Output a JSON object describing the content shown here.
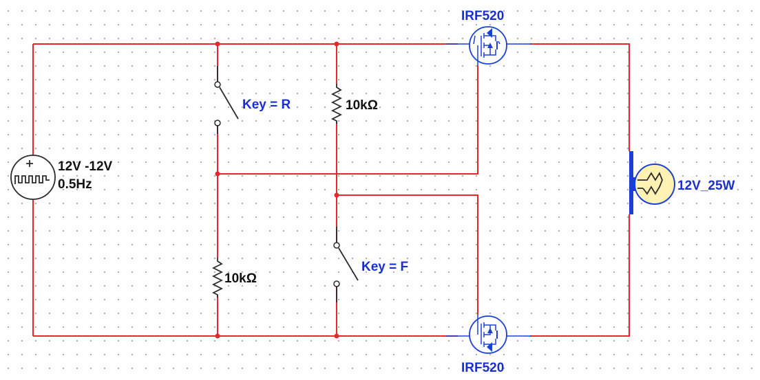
{
  "source": {
    "voltage_label": "12V -12V",
    "frequency_label": "0.5Hz",
    "icon": "square-wave-source-icon"
  },
  "mosfet_top": {
    "label": "IRF520",
    "icon": "nmos-transistor-icon"
  },
  "mosfet_bottom": {
    "label": "IRF520",
    "icon": "nmos-transistor-icon"
  },
  "switch_top": {
    "label": "Key = R",
    "icon": "spst-switch-icon"
  },
  "switch_bottom": {
    "label": "Key = F",
    "icon": "spst-switch-icon"
  },
  "resistor_top": {
    "label": "10kΩ",
    "icon": "resistor-icon"
  },
  "resistor_bottom": {
    "label": "10kΩ",
    "icon": "resistor-icon"
  },
  "lamp": {
    "label": "12V_25W",
    "icon": "lamp-icon"
  },
  "colors": {
    "wire": "#e8262b",
    "component_label": "#1a2fd0",
    "lamp_fill": "#fff2b3",
    "background": "#ffffff"
  }
}
